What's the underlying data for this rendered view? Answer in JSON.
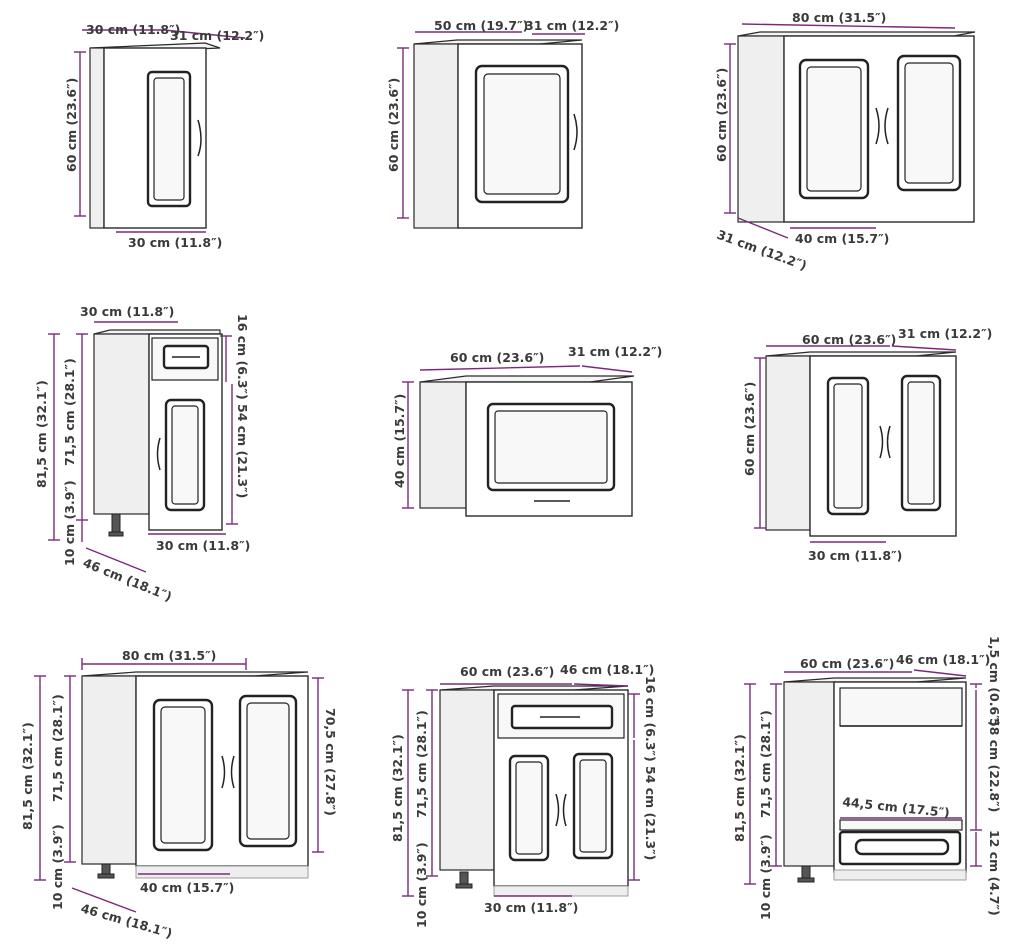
{
  "colors": {
    "dimension_line": "#7b2a7b",
    "outline": "#2a2a2a",
    "label_text": "#3a3a3a"
  },
  "cabinets": [
    {
      "id": "wall-30",
      "labels": {
        "width_top": "30 cm (11.8″)",
        "depth": "31 cm (12.2″)",
        "height": "60 cm (23.6″)",
        "width_bottom": "30 cm (11.8″)"
      }
    },
    {
      "id": "wall-50",
      "labels": {
        "width_top": "50 cm (19.7″)",
        "depth": "31 cm (12.2″)",
        "height": "60 cm (23.6″)"
      }
    },
    {
      "id": "wall-80",
      "labels": {
        "width_top": "80 cm (31.5″)",
        "height": "60 cm (23.6″)",
        "depth": "31 cm (12.2″)",
        "door_width": "40 cm (15.7″)"
      }
    },
    {
      "id": "base-30-drawer",
      "labels": {
        "width_top": "30 cm (11.8″)",
        "drawer_height": "16 cm (6.3″)",
        "door_height": "54 cm (21.3″)",
        "total_height": "81,5 cm (32.1″)",
        "body_height": "71,5 cm (28.1″)",
        "leg_height": "10 cm (3.9″)",
        "depth": "46 cm (18.1″)",
        "width_bottom": "30 cm (11.8″)"
      }
    },
    {
      "id": "wall-60-flap",
      "labels": {
        "width_top": "60 cm (23.6″)",
        "depth": "31 cm (12.2″)",
        "height": "40 cm (15.7″)"
      }
    },
    {
      "id": "wall-60-double",
      "labels": {
        "width_top": "60 cm (23.6″)",
        "depth": "31 cm (12.2″)",
        "height": "60 cm (23.6″)",
        "door_width": "30 cm (11.8″)"
      }
    },
    {
      "id": "base-80",
      "labels": {
        "width_top": "80 cm (31.5″)",
        "total_height": "81,5 cm (32.1″)",
        "body_height": "71,5 cm (28.1″)",
        "inner_height": "70,5 cm (27.8″)",
        "leg_height": "10 cm (3.9″)",
        "door_width": "40 cm (15.7″)",
        "depth": "46 cm (18.1″)"
      }
    },
    {
      "id": "base-60-drawer",
      "labels": {
        "width_top": "60 cm (23.6″)",
        "depth": "46 cm (18.1″)",
        "drawer_height": "16 cm (6.3″)",
        "door_height": "54 cm (21.3″)",
        "total_height": "81,5 cm (32.1″)",
        "body_height": "71,5 cm (28.1″)",
        "leg_height": "10 cm (3.9″)",
        "door_width": "30 cm (11.8″)"
      }
    },
    {
      "id": "oven-60",
      "labels": {
        "width_top": "60 cm (23.6″)",
        "depth": "46 cm (18.1″)",
        "top_thickness": "1,5 cm (0.6″)",
        "opening_height": "58 cm (22.8″)",
        "drawer_height": "12 cm (4.7″)",
        "opening_width": "44,5 cm (17.5″)",
        "total_height": "81,5 cm (32.1″)",
        "body_height": "71,5 cm (28.1″)",
        "leg_height": "10 cm (3.9″)"
      }
    }
  ]
}
